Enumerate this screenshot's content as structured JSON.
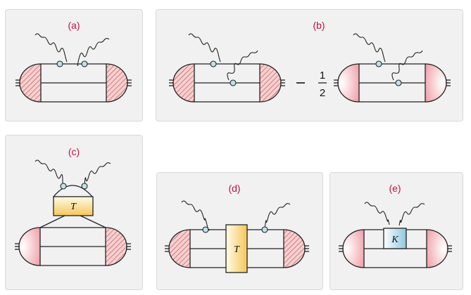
{
  "panels": [
    {
      "id": "a",
      "label": "(a)"
    },
    {
      "id": "b",
      "label": "(b)",
      "minus_sign": "−",
      "fraction_numerator": "1",
      "fraction_denominator": "2"
    },
    {
      "id": "c",
      "label": "(c)",
      "box_label": "T"
    },
    {
      "id": "d",
      "label": "(d)",
      "box_label": "T"
    },
    {
      "id": "e",
      "label": "(e)",
      "box_label": "K"
    }
  ],
  "colors": {
    "label": "#c0143c",
    "hatched_blob": "#e58f8f",
    "shaded_blob": "#f3b7b7",
    "t_box": "#f5c75a",
    "k_box": "#8fc7e0",
    "vertex": "#bfe0ec"
  }
}
